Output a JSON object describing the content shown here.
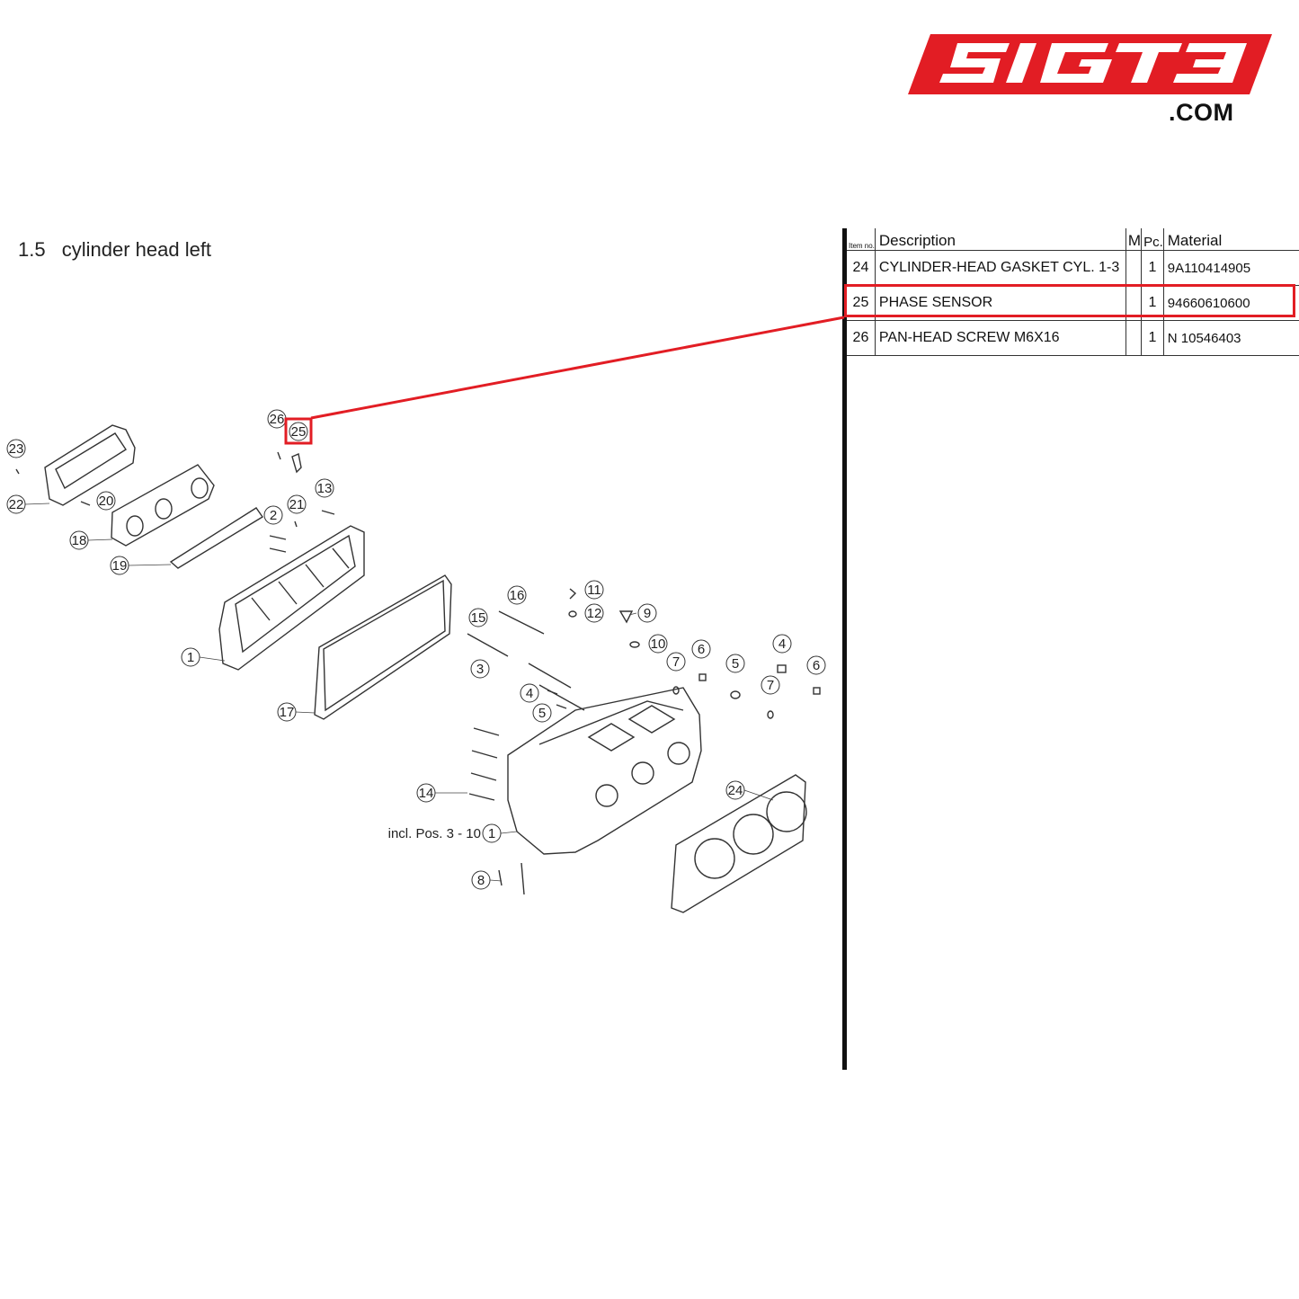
{
  "brand": {
    "logo_text": "SIGT3",
    "domain_text": ".COM",
    "color": "#e21d24"
  },
  "page": {
    "section_number": "1.5",
    "section_title": "cylinder head left"
  },
  "table": {
    "headers": {
      "item": "Item no.",
      "description": "Description",
      "m": "M",
      "pc": "Pc.",
      "material": "Material"
    },
    "rows": [
      {
        "item": "24",
        "description": "CYLINDER-HEAD GASKET CYL. 1-3",
        "m": "",
        "qty": "1",
        "material": "9A110414905"
      },
      {
        "item": "25",
        "description": "PHASE SENSOR",
        "m": "",
        "qty": "1",
        "material": "94660610600"
      },
      {
        "item": "26",
        "description": "PAN-HEAD SCREW M6X16",
        "m": "",
        "qty": "1",
        "material": "N  10546403"
      }
    ],
    "highlighted_item": "25",
    "highlight_color": "#e21d24"
  },
  "diagram": {
    "callouts": [
      "1",
      "2",
      "3",
      "4",
      "5",
      "6",
      "7",
      "8",
      "9",
      "10",
      "11",
      "12",
      "13",
      "14",
      "15",
      "16",
      "17",
      "18",
      "19",
      "20",
      "21",
      "22",
      "23",
      "24",
      "25",
      "26"
    ],
    "note": "incl. Pos. 3 - 10",
    "note_ref": "1"
  }
}
